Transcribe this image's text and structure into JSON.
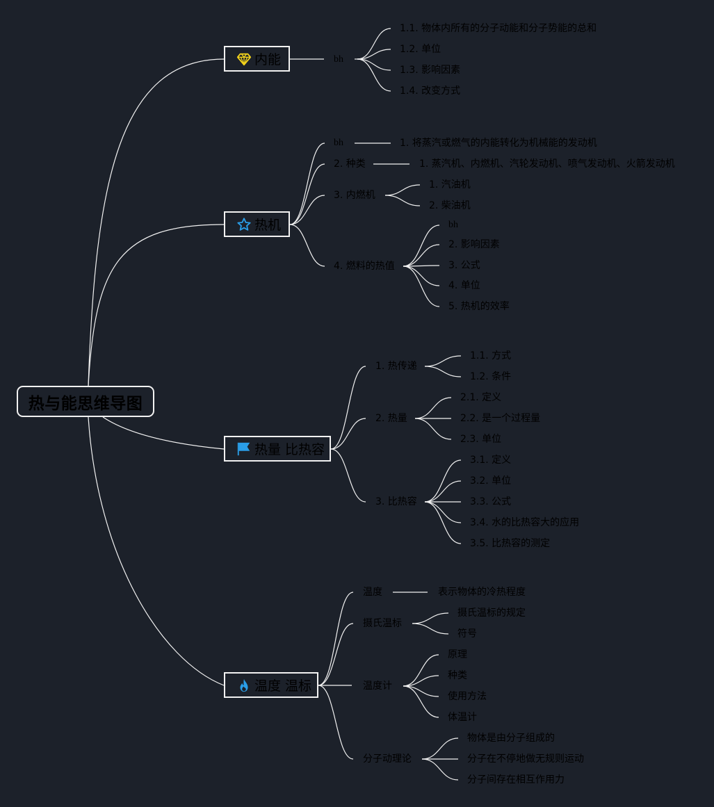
{
  "root": {
    "title": "热与能思维导图"
  },
  "branches": [
    {
      "title": "内能",
      "icon": "diamond-icon",
      "subs": [
        {
          "label": "bh",
          "children": [
            "1.1. 物体内所有的分子动能和分子势能的总和",
            "1.2. 单位",
            "1.3. 影响因素",
            "1.4. 改变方式"
          ]
        }
      ]
    },
    {
      "title": "热机",
      "icon": "star-outline-icon",
      "subs": [
        {
          "label": "bh",
          "children": [
            "1. 将蒸汽或燃气的内能转化为机械能的发动机"
          ]
        },
        {
          "label": "2. 种类",
          "children": [
            "1. 蒸汽机、内燃机、汽轮发动机、喷气发动机、火箭发动机"
          ]
        },
        {
          "label": "3. 内燃机",
          "children": [
            "1. 汽油机",
            "2. 柴油机"
          ]
        },
        {
          "label": "4. 燃料的热值",
          "children": [
            "bh",
            "2. 影响因素",
            "3. 公式",
            "4. 单位",
            "5. 热机的效率"
          ]
        }
      ]
    },
    {
      "title": "热量 比热容",
      "icon": "flag-icon",
      "subs": [
        {
          "label": "1. 热传递",
          "children": [
            "1.1. 方式",
            "1.2. 条件"
          ]
        },
        {
          "label": "2. 热量",
          "children": [
            "2.1. 定义",
            "2.2. 是一个过程量",
            "2.3. 单位"
          ]
        },
        {
          "label": "3. 比热容",
          "children": [
            "3.1. 定义",
            "3.2. 单位",
            "3.3. 公式",
            "3.4. 水的比热容大的应用",
            "3.5. 比热容的测定"
          ]
        }
      ]
    },
    {
      "title": "温度 温标",
      "icon": "flame-icon",
      "subs": [
        {
          "label": "温度",
          "children": [
            "表示物体的冷热程度"
          ]
        },
        {
          "label": "摄氏温标",
          "children": [
            "摄氏温标的规定",
            "符号"
          ]
        },
        {
          "label": "温度计",
          "children": [
            "原理",
            "种类",
            "使用方法",
            "体温计"
          ]
        },
        {
          "label": "分子动理论",
          "children": [
            "物体是由分子组成的",
            "分子在不停地做无规则运动",
            "分子间存在相互作用力"
          ]
        }
      ]
    }
  ],
  "colors": {
    "background": "#1c212a",
    "line": "#f2f2f2",
    "text": "#000000",
    "diamond": "#f2d21b",
    "star": "#2a9ee8",
    "flag": "#2a9ee8",
    "flame": "#2a9ee8"
  }
}
